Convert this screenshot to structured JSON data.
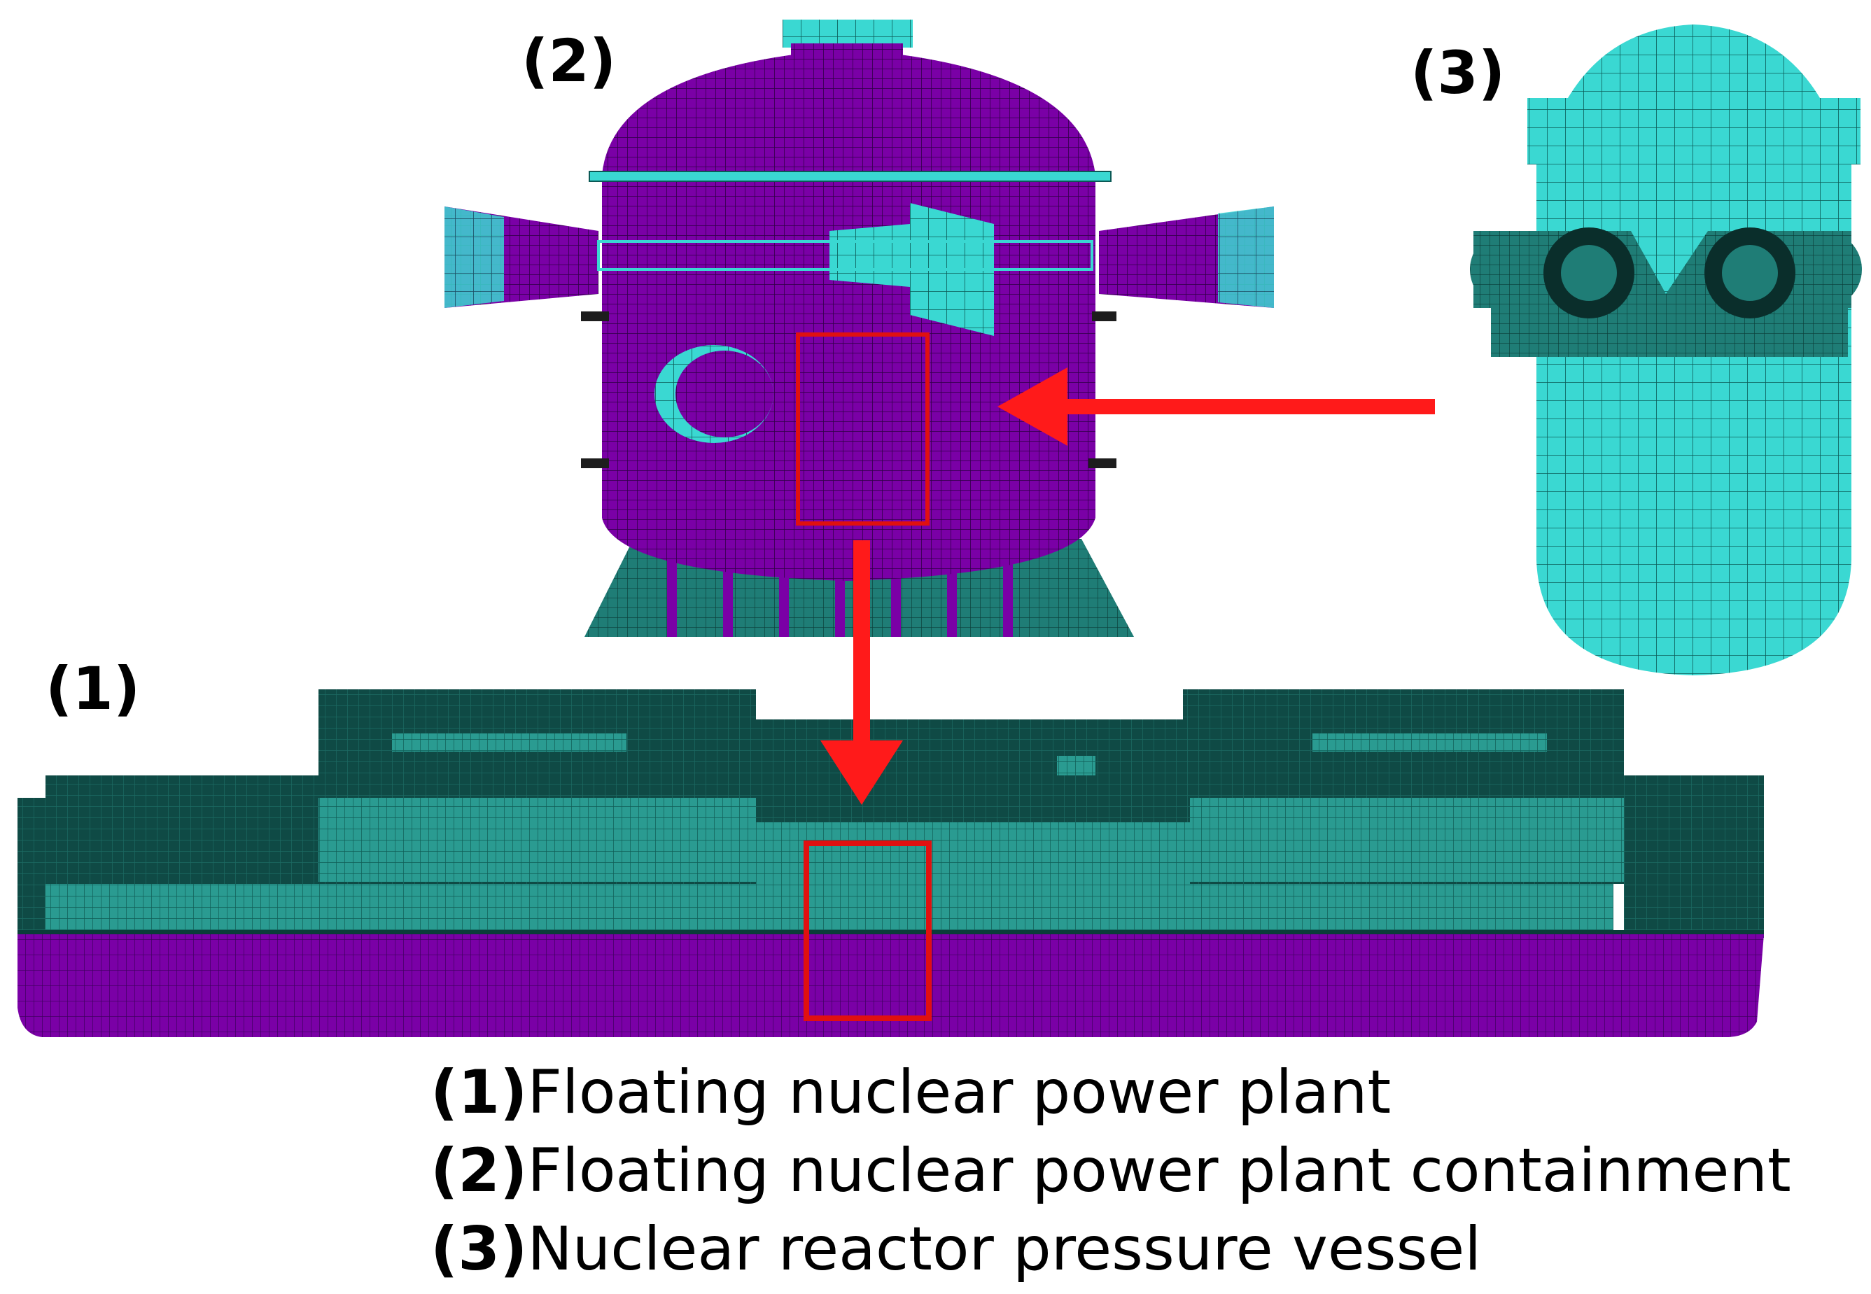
{
  "labels": {
    "part1": "(1)",
    "part2": "(2)",
    "part3": "(3)"
  },
  "legend": [
    {
      "num": "(1)",
      "text": "Floating nuclear power plant"
    },
    {
      "num": "(2)",
      "text": "Floating nuclear power plant containment"
    },
    {
      "num": "(3)",
      "text": "Nuclear reactor pressure vessel"
    }
  ],
  "colors": {
    "containment_mesh": "#7a00a6",
    "vessel_mesh": "#38d6d0",
    "hull_dark": "#0e4d47",
    "hull_mid": "#1f8f86",
    "hull_bottom": "#7a00a6",
    "arrow": "#ff1a1a",
    "highlight_box": "#e01010"
  }
}
